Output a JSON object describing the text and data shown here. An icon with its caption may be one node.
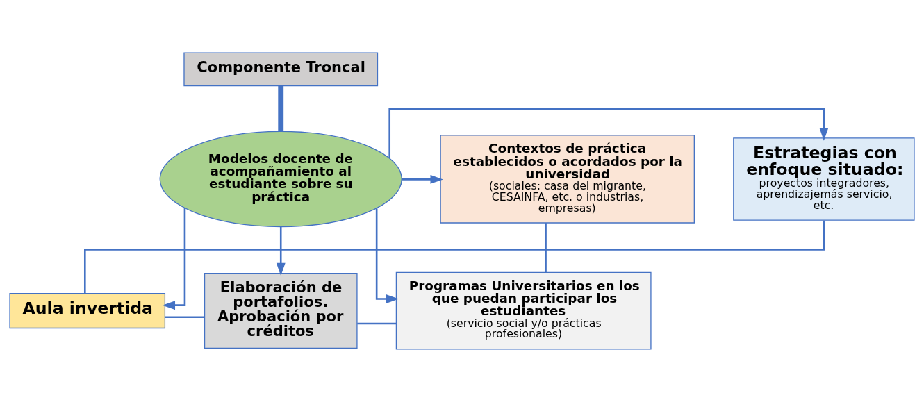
{
  "diagram": {
    "nodes": [
      {
        "text": [
          "Componente Troncal"
        ]
      },
      {
        "text": [
          "Estrategias con enfoque situado:",
          "proyectos integradores, aprendizajemás servicio, etc."
        ]
      },
      {
        "text": [
          "Contextos de práctica establecidos o acordados por la universidad",
          "(sociales: casa del migrante, CESAINFA, etc. o industrias, empresas)"
        ]
      },
      {
        "text": [
          "Modelos docente de acompañamiento al estudiante sobre su práctica"
        ]
      },
      {
        "text": [
          "Aula invertida"
        ]
      },
      {
        "text": [
          "Programas Universitarios en los que puedan participar los estudiantes",
          "(servicio social y/o prácticas profesionales)"
        ]
      },
      {
        "text": [
          "Elaboración de portafolios. Aprobación por créditos"
        ]
      }
    ],
    "edges": [
      {
        "from": 0,
        "to": 3,
        "arrow": "none",
        "style": "thick"
      },
      {
        "from": 3,
        "to": 2,
        "arrow": "to"
      },
      {
        "from": 3,
        "to": 1,
        "arrow": "to"
      },
      {
        "from": 3,
        "to": 5,
        "arrow": "to"
      },
      {
        "from": 3,
        "to": 6,
        "arrow": "to"
      },
      {
        "from": 3,
        "to": 4,
        "arrow": "to"
      },
      {
        "from": 1,
        "to": 4,
        "arrow": "none"
      },
      {
        "from": 2,
        "to": 5,
        "arrow": "none"
      },
      {
        "from": 5,
        "to": 6,
        "arrow": "none"
      },
      {
        "from": 4,
        "to": 6,
        "arrow": "none"
      }
    ]
  }
}
